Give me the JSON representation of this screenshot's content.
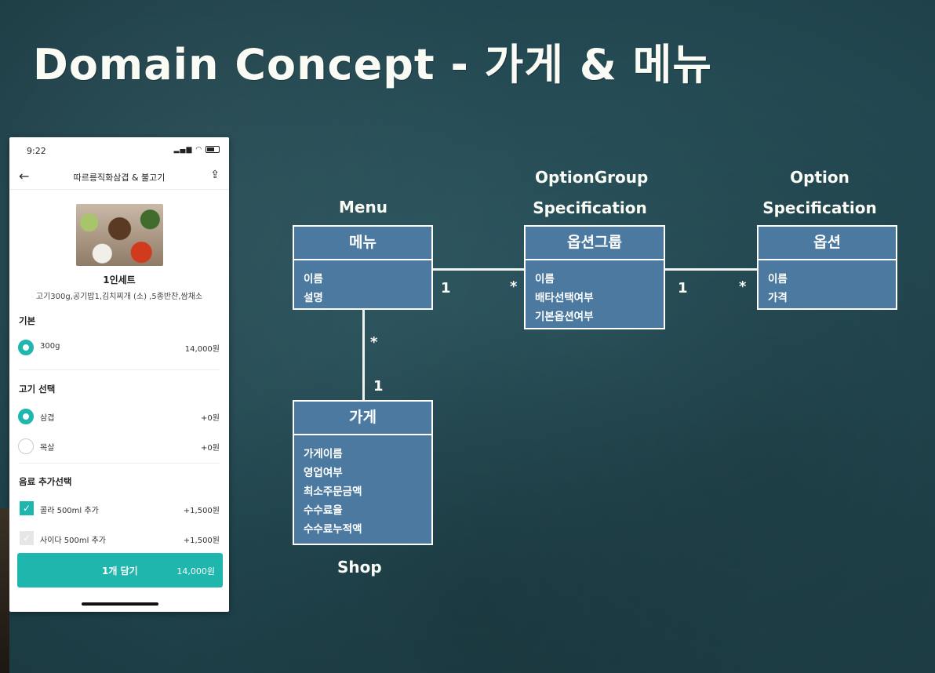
{
  "slide": {
    "title": "Domain Concept - 가게 & 메뉴"
  },
  "phone": {
    "time": "9:22",
    "title": "따르릉직화삼겹 & 불고기",
    "set_name": "1인세트",
    "set_desc": "고기300g,공기밥1,김치찌개 (소) ,5종반찬,쌈채소",
    "sections": [
      {
        "title": "기본",
        "options": [
          {
            "label": "300g",
            "price": "14,000원",
            "selected": true
          }
        ]
      },
      {
        "title": "고기 선택",
        "options": [
          {
            "label": "삼겹",
            "price": "+0원",
            "selected": true
          },
          {
            "label": "목살",
            "price": "+0원",
            "selected": false
          }
        ]
      },
      {
        "title": "음료 추가선택",
        "options": [
          {
            "label": "콜라 500ml 추가",
            "price": "+1,500원",
            "selected": true
          },
          {
            "label": "사이다 500ml 추가",
            "price": "+1,500원",
            "selected": false
          }
        ]
      }
    ],
    "cart": {
      "label": "1개 담기",
      "price": "14,000원"
    },
    "accent_color": "#1fb6ad"
  },
  "diagram": {
    "classes": {
      "menu": {
        "stereotype": "Menu",
        "name": "메뉴",
        "attributes": [
          "이름",
          "설명"
        ]
      },
      "option_group": {
        "stereotype_line1": "OptionGroup",
        "stereotype_line2": "Specification",
        "name": "옵션그룹",
        "attributes": [
          "이름",
          "배타선택여부",
          "기본옵션여부"
        ]
      },
      "option": {
        "stereotype_line1": "Option",
        "stereotype_line2": "Specification",
        "name": "옵션",
        "attributes": [
          "이름",
          "가격"
        ]
      },
      "shop": {
        "stereotype": "Shop",
        "name": "가게",
        "attributes": [
          "가게이름",
          "영업여부",
          "최소주문금액",
          "수수료율",
          "수수료누적액"
        ]
      }
    },
    "relations": [
      {
        "from": "menu",
        "to": "option_group",
        "from_mult": "1",
        "to_mult": "*"
      },
      {
        "from": "option_group",
        "to": "option",
        "from_mult": "1",
        "to_mult": "*"
      },
      {
        "from": "menu",
        "to": "shop",
        "from_mult": "*",
        "to_mult": "1"
      }
    ],
    "box_color": "#4b79a0"
  }
}
